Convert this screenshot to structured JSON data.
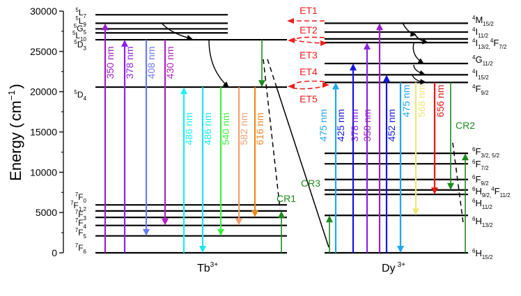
{
  "chart_data": {
    "type": "energy-level-diagram",
    "ylabel": "Energy (cm⁻¹)",
    "ylabel_main": "Energy",
    "ylabel_unit": "cm",
    "ylabel_exp": "−1",
    "ylim": [
      0,
      30000
    ],
    "yticks": [
      0,
      5000,
      10000,
      15000,
      20000,
      25000,
      30000
    ],
    "yticks_labels": [
      "0",
      "5000",
      "10000",
      "15000",
      "20000",
      "25000",
      "30000"
    ],
    "ions": [
      {
        "name": "Tb",
        "charge": "3+",
        "levels": [
          {
            "id": "5L7",
            "pre": "5",
            "letter": "L",
            "sub": "7",
            "energy": 29550
          },
          {
            "id": "5L9",
            "pre": "5",
            "letter": "L",
            "sub": "9",
            "energy": 28500
          },
          {
            "id": "5G5",
            "pre": "5",
            "letter": "G",
            "sub": "5",
            "energy": 27800
          },
          {
            "id": "5L10",
            "pre": "5",
            "letter": "L",
            "sub": "10",
            "energy": 27300
          },
          {
            "id": "5D3",
            "pre": "5",
            "letter": "D",
            "sub": "3",
            "energy": 26450
          },
          {
            "id": "5D4",
            "pre": "5",
            "letter": "D",
            "sub": "4",
            "energy": 20570
          },
          {
            "id": "7F0",
            "pre": "7",
            "letter": "F",
            "sub": "0",
            "energy": 5950
          },
          {
            "id": "7F12",
            "pre": "7",
            "letter": "F",
            "sub": "1,2",
            "energy": 5200
          },
          {
            "id": "7F3",
            "pre": "7",
            "letter": "F",
            "sub": "3",
            "energy": 4400
          },
          {
            "id": "7F4",
            "pre": "7",
            "letter": "F",
            "sub": "4",
            "energy": 3400
          },
          {
            "id": "7F5",
            "pre": "7",
            "letter": "F",
            "sub": "5",
            "energy": 2100
          },
          {
            "id": "7F6",
            "pre": "7",
            "letter": "F",
            "sub": "6",
            "energy": 0
          }
        ],
        "transitions": [
          {
            "label": "350 nm",
            "from": 0,
            "to": 28500,
            "dir": "up",
            "color": "#9b1fc7"
          },
          {
            "label": "378 nm",
            "from": 0,
            "to": 26450,
            "dir": "up",
            "color": "#8b22e6"
          },
          {
            "label": "408 nm",
            "from": 26450,
            "to": 2100,
            "dir": "down",
            "color": "#6a7cf0"
          },
          {
            "label": "430 nm",
            "from": 26450,
            "to": 3400,
            "dir": "down",
            "color": "#b31fc2"
          },
          {
            "label": "486 nm",
            "from": 0,
            "to": 20570,
            "dir": "up",
            "color": "#19f0f0"
          },
          {
            "label": "486 nm",
            "from": 20570,
            "to": 0,
            "dir": "down",
            "color": "#19e6f0"
          },
          {
            "label": "540 nm",
            "from": 20570,
            "to": 2100,
            "dir": "down",
            "color": "#3ff03f"
          },
          {
            "label": "582 nm",
            "from": 20570,
            "to": 3400,
            "dir": "down",
            "color": "#f0a06e"
          },
          {
            "label": "616 nm",
            "from": 20570,
            "to": 4400,
            "dir": "down",
            "color": "#f08a1e"
          }
        ],
        "label": "Tb"
      },
      {
        "name": "Dy",
        "charge": "3+",
        "levels": [
          {
            "id": "4M15/2",
            "pre": "4",
            "letter": "M",
            "sub": "15/2",
            "energy": 28500
          },
          {
            "id": "4I11/2",
            "pre": "4",
            "letter": "I",
            "sub": "11/2",
            "energy": 27400
          },
          {
            "id": "4I13/2",
            "pre": "4",
            "letter": "I",
            "sub": "13/2",
            "energy": 26550
          },
          {
            "id": "4F7/2",
            "pre": "4",
            "letter": "F",
            "sub": "7/2",
            "energy": 26100
          },
          {
            "id": "4G11/2",
            "pre": "4",
            "letter": "G",
            "sub": "11/2",
            "energy": 23500
          },
          {
            "id": "4I15/2",
            "pre": "4",
            "letter": "I",
            "sub": "15/2",
            "energy": 22100
          },
          {
            "id": "4F9/2",
            "pre": "4",
            "letter": "F",
            "sub": "9/2",
            "energy": 21150
          },
          {
            "id": "6F3/2,5/2",
            "pre": "6",
            "letter": "F",
            "sub": "3/2, 5/2",
            "energy": 12350
          },
          {
            "id": "6F7/2",
            "pre": "6",
            "letter": "F",
            "sub": "7/2",
            "energy": 11050
          },
          {
            "id": "6F9/2",
            "pre": "6",
            "letter": "F",
            "sub": "9/2",
            "energy": 9100
          },
          {
            "id": "6H9/2,4F11/2",
            "pre": "6",
            "letter": "H",
            "sub": "9/2",
            "energy": 7800
          },
          {
            "id": "6H11/2",
            "pre": "6",
            "letter": "H",
            "sub": "11/2",
            "energy": 7250
          },
          {
            "id": "6H13/2",
            "pre": "6",
            "letter": "H",
            "sub": "13/2",
            "energy": 4650
          },
          {
            "id": "6H15/2",
            "pre": "6",
            "letter": "H",
            "sub": "15/2",
            "energy": 0
          }
        ],
        "level_labels": [
          {
            "text_pre": "4",
            "text": "M",
            "sub": "15/2"
          },
          {
            "text_pre": "4",
            "text": "I",
            "sub": "11/2"
          },
          {
            "text_pre": "4",
            "text": "I",
            "sub": "13/2",
            "extra_pre": "4",
            "extra": "F",
            "extra_sub": "7/2"
          },
          {
            "text_pre": "4",
            "text": "G",
            "sub": "11/2"
          },
          {
            "text_pre": "4",
            "text": "I",
            "sub": "15/2"
          },
          {
            "text_pre": "4",
            "text": "F",
            "sub": "9/2"
          },
          {
            "text_pre": "6",
            "text": "F",
            "sub": "3/2, 5/2"
          },
          {
            "text_pre": "6",
            "text": "F",
            "sub": "7/2"
          },
          {
            "text_pre": "6",
            "text": "F",
            "sub": "9/2"
          },
          {
            "text_pre": "6",
            "text": "H",
            "sub": "9/2",
            "extra_pre": "4",
            "extra": "F",
            "extra_sub": "11/2"
          },
          {
            "text_pre": "6",
            "text": "H",
            "sub": "11/2"
          },
          {
            "text_pre": "6",
            "text": "H",
            "sub": "13/2"
          },
          {
            "text_pre": "6",
            "text": "H",
            "sub": "15/2"
          }
        ],
        "transitions": [
          {
            "label": "475 nm",
            "from": 0,
            "to": 21150,
            "dir": "up",
            "color": "#1ea6ee"
          },
          {
            "label": "425 nm",
            "from": 0,
            "to": 23500,
            "dir": "up",
            "color": "#1414e0"
          },
          {
            "label": "378 nm",
            "from": 0,
            "to": 26100,
            "dir": "up",
            "color": "#8b22e6"
          },
          {
            "label": "350 nm",
            "from": 0,
            "to": 28500,
            "dir": "up",
            "color": "#9b1fc7"
          },
          {
            "label": "452 nm",
            "from": 0,
            "to": 22100,
            "dir": "up",
            "color": "#1414e0"
          },
          {
            "label": "475 nm",
            "from": 21150,
            "to": 0,
            "dir": "down",
            "color": "#1ea6ee"
          },
          {
            "label": "568 nm",
            "from": 21150,
            "to": 4650,
            "dir": "down",
            "color": "#f0e67a"
          },
          {
            "label": "656 nm",
            "from": 21150,
            "to": 7250,
            "dir": "down",
            "color": "#e81414"
          }
        ],
        "label": "Dy"
      }
    ],
    "energy_transfer": [
      "ET1",
      "ET2",
      "ET3",
      "ET4",
      "ET5"
    ],
    "cross_relaxation": [
      "CR1",
      "CR2",
      "CR3"
    ],
    "colors": {
      "et": "#ee1c1c",
      "cr": "#1e8a1e",
      "level": "#000000"
    }
  }
}
